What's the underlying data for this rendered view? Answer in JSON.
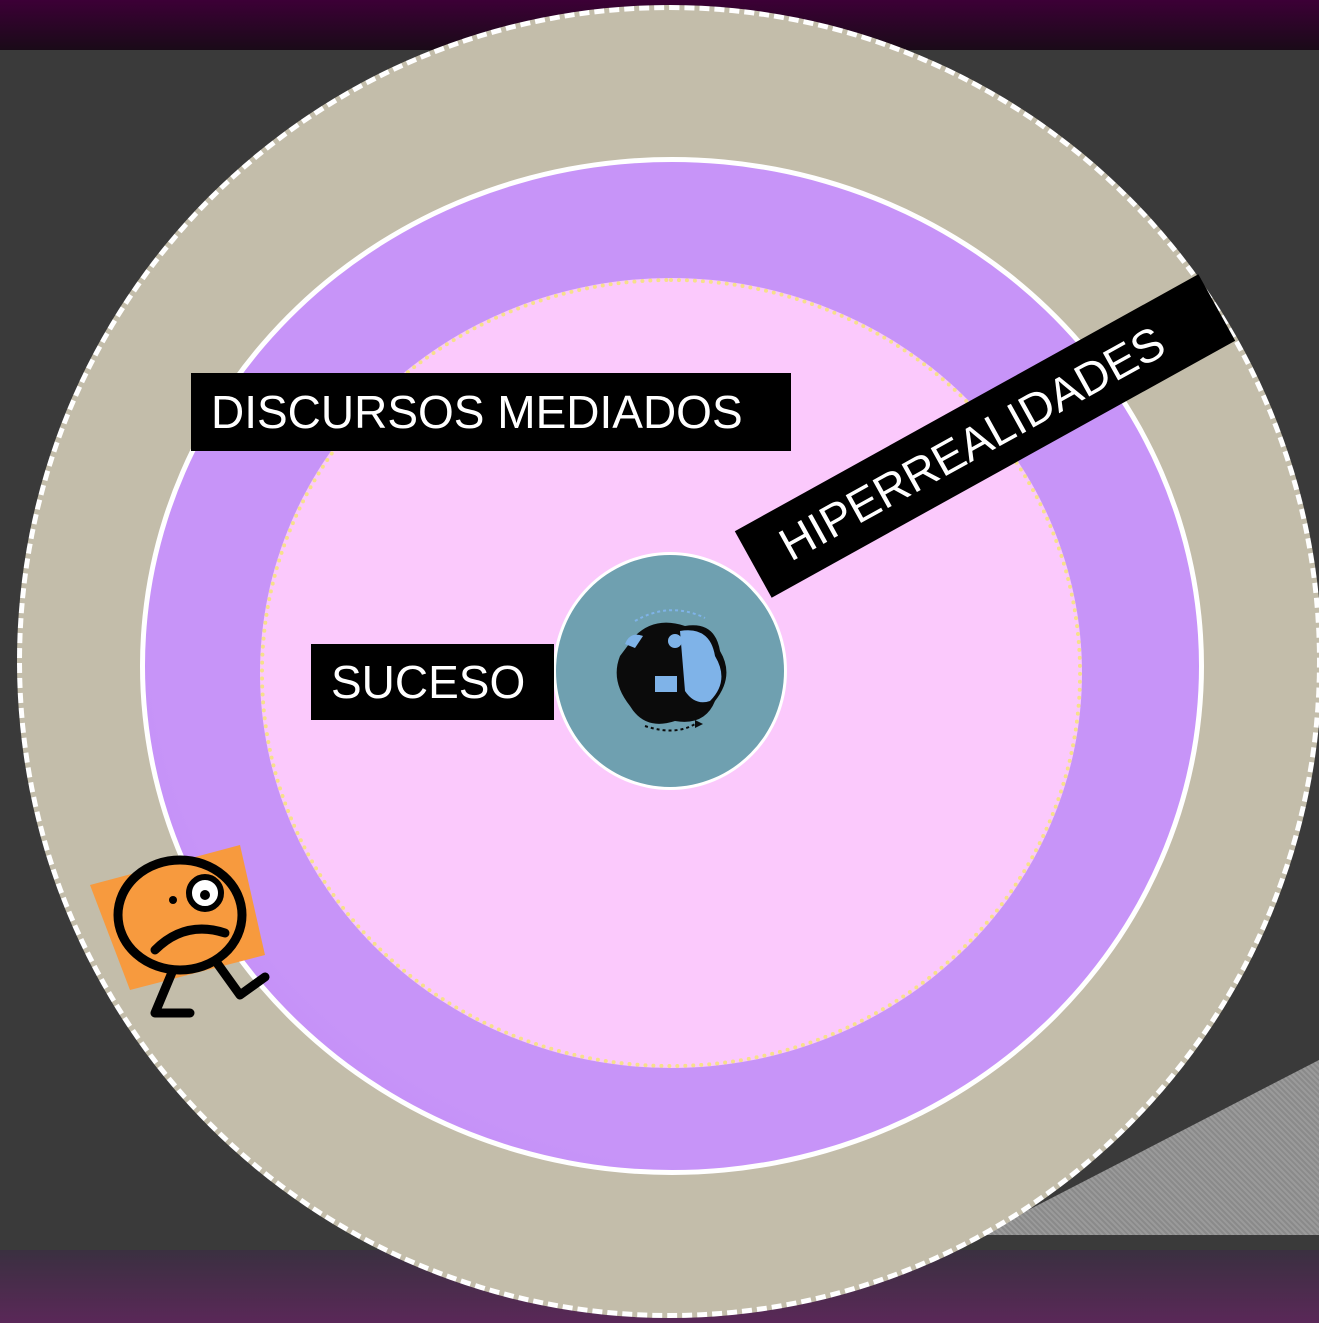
{
  "labels": {
    "discursos": "DISCURSOS MEDIADOS",
    "suceso": "SUCESO",
    "hiperrealidades": "HIPERREALIDADES"
  },
  "colors": {
    "outer_ring": "#c3bdaa",
    "middle_ring": "#c794f8",
    "inner_ring": "#fbc9fc",
    "core": "#6fa0b0",
    "label_bg": "#000000",
    "label_text": "#ffffff"
  },
  "icons": {
    "core": "businessman-multitasking-icon",
    "figure": "worried-face-character-icon"
  }
}
